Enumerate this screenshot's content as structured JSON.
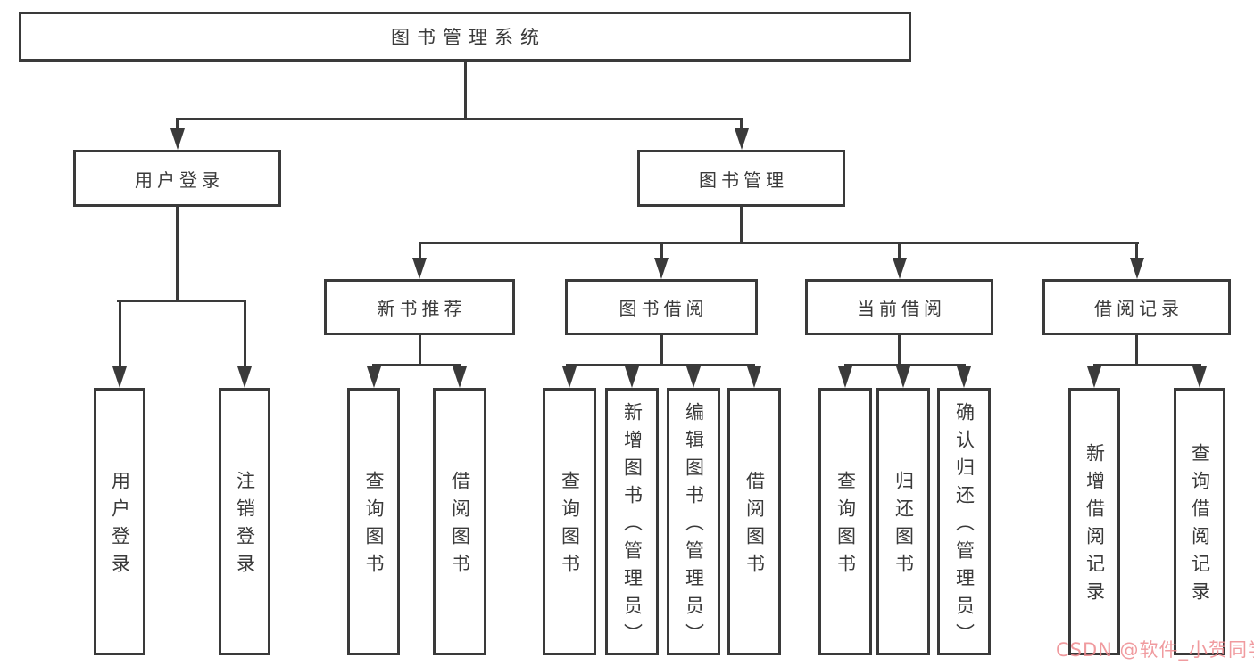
{
  "diagram": {
    "root": "图书管理系统",
    "level1": [
      {
        "label": "用户登录"
      },
      {
        "label": "图书管理"
      }
    ],
    "level2": [
      {
        "label": "新书推荐"
      },
      {
        "label": "图书借阅"
      },
      {
        "label": "当前借阅"
      },
      {
        "label": "借阅记录"
      }
    ],
    "leaves": {
      "user_login": [
        "用户登录",
        "注销登录"
      ],
      "new_book": [
        "查询图书",
        "借阅图书"
      ],
      "book_borrow": [
        "查询图书",
        "新增图书（管理员）",
        "编辑图书（管理员）",
        "借阅图书"
      ],
      "current_borrow": [
        "查询图书",
        "归还图书",
        "确认归还（管理员）"
      ],
      "borrow_records": [
        "新增借阅记录",
        "查询借阅记录"
      ]
    }
  },
  "watermark": {
    "text": "CSDN @软件_小贺同学",
    "color": "#ed8a8e"
  },
  "colors": {
    "line": "#3a3a3a",
    "text": "#3a3a3a",
    "background": "#ffffff"
  }
}
